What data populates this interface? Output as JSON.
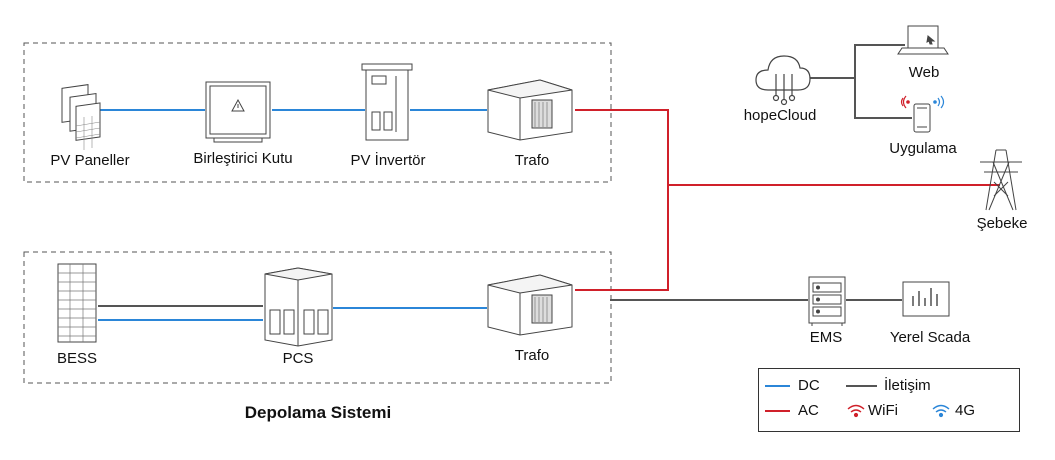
{
  "nodes": {
    "pv_panels": "PV Paneller",
    "combiner_box": "Birleştirici Kutu",
    "pv_inverter": "PV İnvertör",
    "trafo_top": "Trafo",
    "bess": "BESS",
    "pcs": "PCS",
    "trafo_bottom": "Trafo",
    "hopecloud": "hopeCloud",
    "web": "Web",
    "app": "Uygulama",
    "grid": "Şebeke",
    "ems": "EMS",
    "local_scada": "Yerel Scada"
  },
  "group_title": "Depolama Sistemi",
  "legend": {
    "dc": "DC",
    "ac": "AC",
    "comm": "İletişim",
    "wifi": "WiFi",
    "g4": "4G"
  },
  "colors": {
    "dc": "#2b86d8",
    "ac": "#d0202a",
    "comm": "#555555",
    "dash": "#555555",
    "icon": "#444444"
  }
}
